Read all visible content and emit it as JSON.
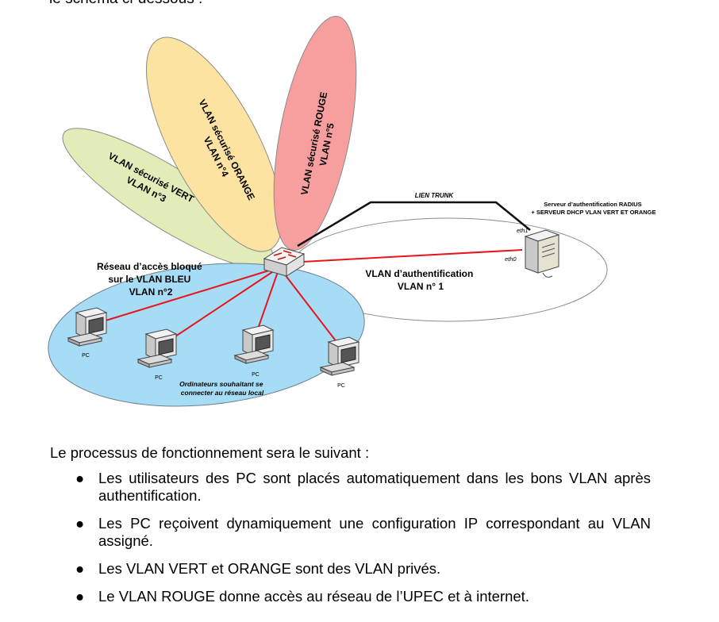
{
  "top_text": "le schéma ci-dessous :",
  "diagram": {
    "vlan_vert": [
      "VLAN sécurisé VERT",
      "VLAN n°3"
    ],
    "vlan_orange": [
      "VLAN sécurisé ORANGE",
      "VLAN n°4"
    ],
    "vlan_rouge": [
      "VLAN sécurisé ROUGE",
      "VLAN n°5"
    ],
    "vlan_bleu": [
      "Réseau d’accès bloqué",
      "sur le VLAN BLEU",
      "VLAN n°2"
    ],
    "vlan_auth": [
      "VLAN d’authentification",
      "VLAN n° 1"
    ],
    "trunk_label": "LIEN TRUNK",
    "server_label": [
      "Serveur d’authentification RADIUS",
      "+ SERVEUR DHCP VLAN VERT ET ORANGE"
    ],
    "eth1": "eth1",
    "eth0": "eth0",
    "pc_label": "PC",
    "computers_caption": [
      "Ordinateurs souhaitant se",
      "connecter au réseau local"
    ],
    "colors": {
      "vert": "#e2ecb9",
      "orange": "#fce3a1",
      "rouge": "#f79f9f",
      "bleu": "#a6dcf5",
      "link": "#e8151b"
    }
  },
  "intro": "Le processus de fonctionnement sera le suivant :",
  "bullets": [
    "Les utilisateurs des PC sont placés automatiquement dans les bons VLAN après authentification.",
    "Les PC reçoivent dynamiquement une configuration IP correspondant au VLAN assigné.",
    "Les VLAN VERT et ORANGE sont des VLAN privés.",
    "Le VLAN ROUGE donne accès au réseau de l’UPEC et à internet."
  ]
}
